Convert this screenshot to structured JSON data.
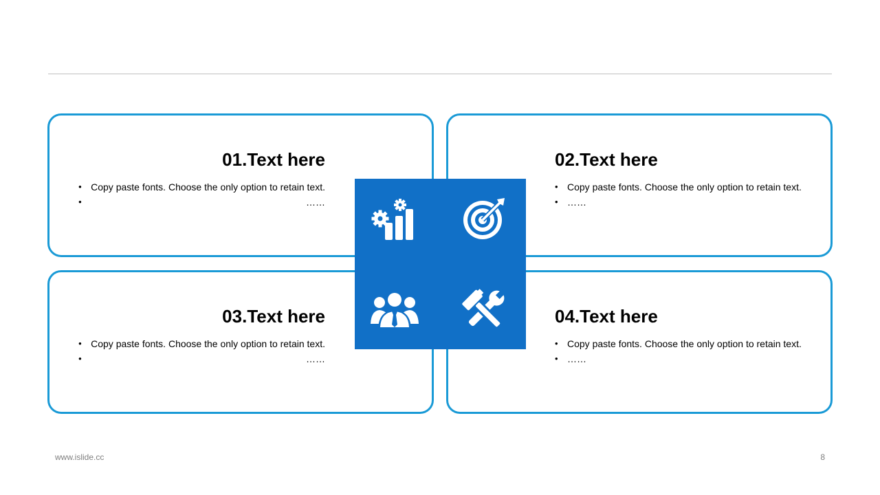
{
  "cards": [
    {
      "title": "01.Text here",
      "bullets": [
        "Copy paste fonts. Choose the only option to retain text.",
        "……"
      ]
    },
    {
      "title": "02.Text here",
      "bullets": [
        "Copy paste fonts. Choose the only option to retain text.",
        "……"
      ]
    },
    {
      "title": "03.Text here",
      "bullets": [
        "Copy paste fonts. Choose the only option to retain text.",
        "……"
      ]
    },
    {
      "title": "04.Text here",
      "bullets": [
        "Copy paste fonts. Choose the only option to retain text.",
        "……"
      ]
    }
  ],
  "center_icons": [
    "gear-chart-icon",
    "target-icon",
    "team-icon",
    "tools-icon"
  ],
  "colors": {
    "card_border": "#1a9ad6",
    "center_box": "#1170c7",
    "rule": "#bfbfbf",
    "footer_text": "#7f7f7f"
  },
  "footer": {
    "url": "www.islide.cc",
    "page_number": "8"
  }
}
